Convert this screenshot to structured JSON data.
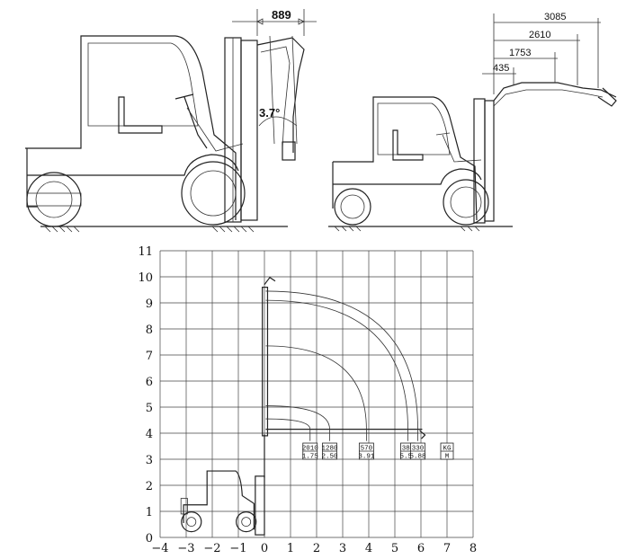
{
  "top_left": {
    "reach_label": "889",
    "angle_label": "3.7°"
  },
  "top_right": {
    "dims": [
      "3085",
      "2610",
      "1753",
      "435"
    ]
  },
  "chart_data": {
    "type": "load-chart",
    "xlim": [
      -4,
      8
    ],
    "ylim": [
      0,
      11
    ],
    "x_ticks": [
      "−4",
      "−3",
      "−2",
      "−1",
      "0",
      "1",
      "2",
      "3",
      "4",
      "5",
      "6",
      "7",
      "8"
    ],
    "y_ticks": [
      "0",
      "1",
      "2",
      "3",
      "4",
      "5",
      "6",
      "7",
      "8",
      "9",
      "10",
      "11"
    ],
    "load_points": [
      {
        "load": "2010",
        "reach": "1.75",
        "x": 1.75
      },
      {
        "load": "1280",
        "reach": "2.50",
        "x": 2.5
      },
      {
        "load": "570",
        "reach": "3.91",
        "x": 3.91
      },
      {
        "load": "380",
        "reach": "5.50",
        "x": 5.5
      },
      {
        "load": "330",
        "reach": "5.88",
        "x": 5.88
      }
    ],
    "units": {
      "top": "KG",
      "bottom": "M"
    }
  },
  "colors": {
    "line": "#222222",
    "background": "#ffffff"
  }
}
